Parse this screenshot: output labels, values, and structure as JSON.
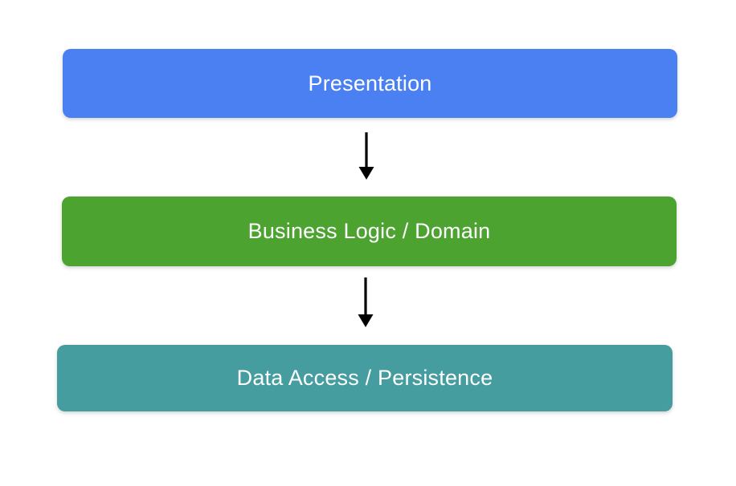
{
  "diagram": {
    "background_color": "#ffffff",
    "text_color": "#ffffff",
    "arrow_color": "#000000",
    "layers": [
      {
        "label": "Presentation",
        "color": "#4b80f2"
      },
      {
        "label": "Business Logic / Domain",
        "color": "#4ca330"
      },
      {
        "label": "Data Access / Persistence",
        "color": "#459da0"
      }
    ],
    "connections": [
      {
        "from": "Presentation",
        "to": "Business Logic / Domain",
        "icon": "arrow-down-icon"
      },
      {
        "from": "Business Logic / Domain",
        "to": "Data Access / Persistence",
        "icon": "arrow-down-icon"
      }
    ]
  }
}
